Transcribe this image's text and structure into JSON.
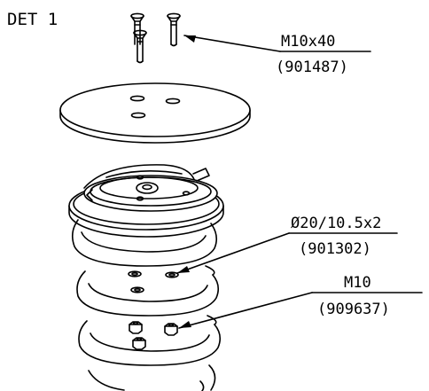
{
  "detail": {
    "title": "DET 1"
  },
  "callouts": [
    {
      "spec": "M10x40",
      "part_no": "(901487)",
      "target": "countersunk-screws"
    },
    {
      "spec": "Ø20/10.5x2",
      "part_no": "(901302)",
      "target": "washers"
    },
    {
      "spec": "M10",
      "part_no": "(909637)",
      "target": "hex-nuts"
    }
  ],
  "colors": {
    "line": "#000000",
    "background": "#ffffff"
  }
}
